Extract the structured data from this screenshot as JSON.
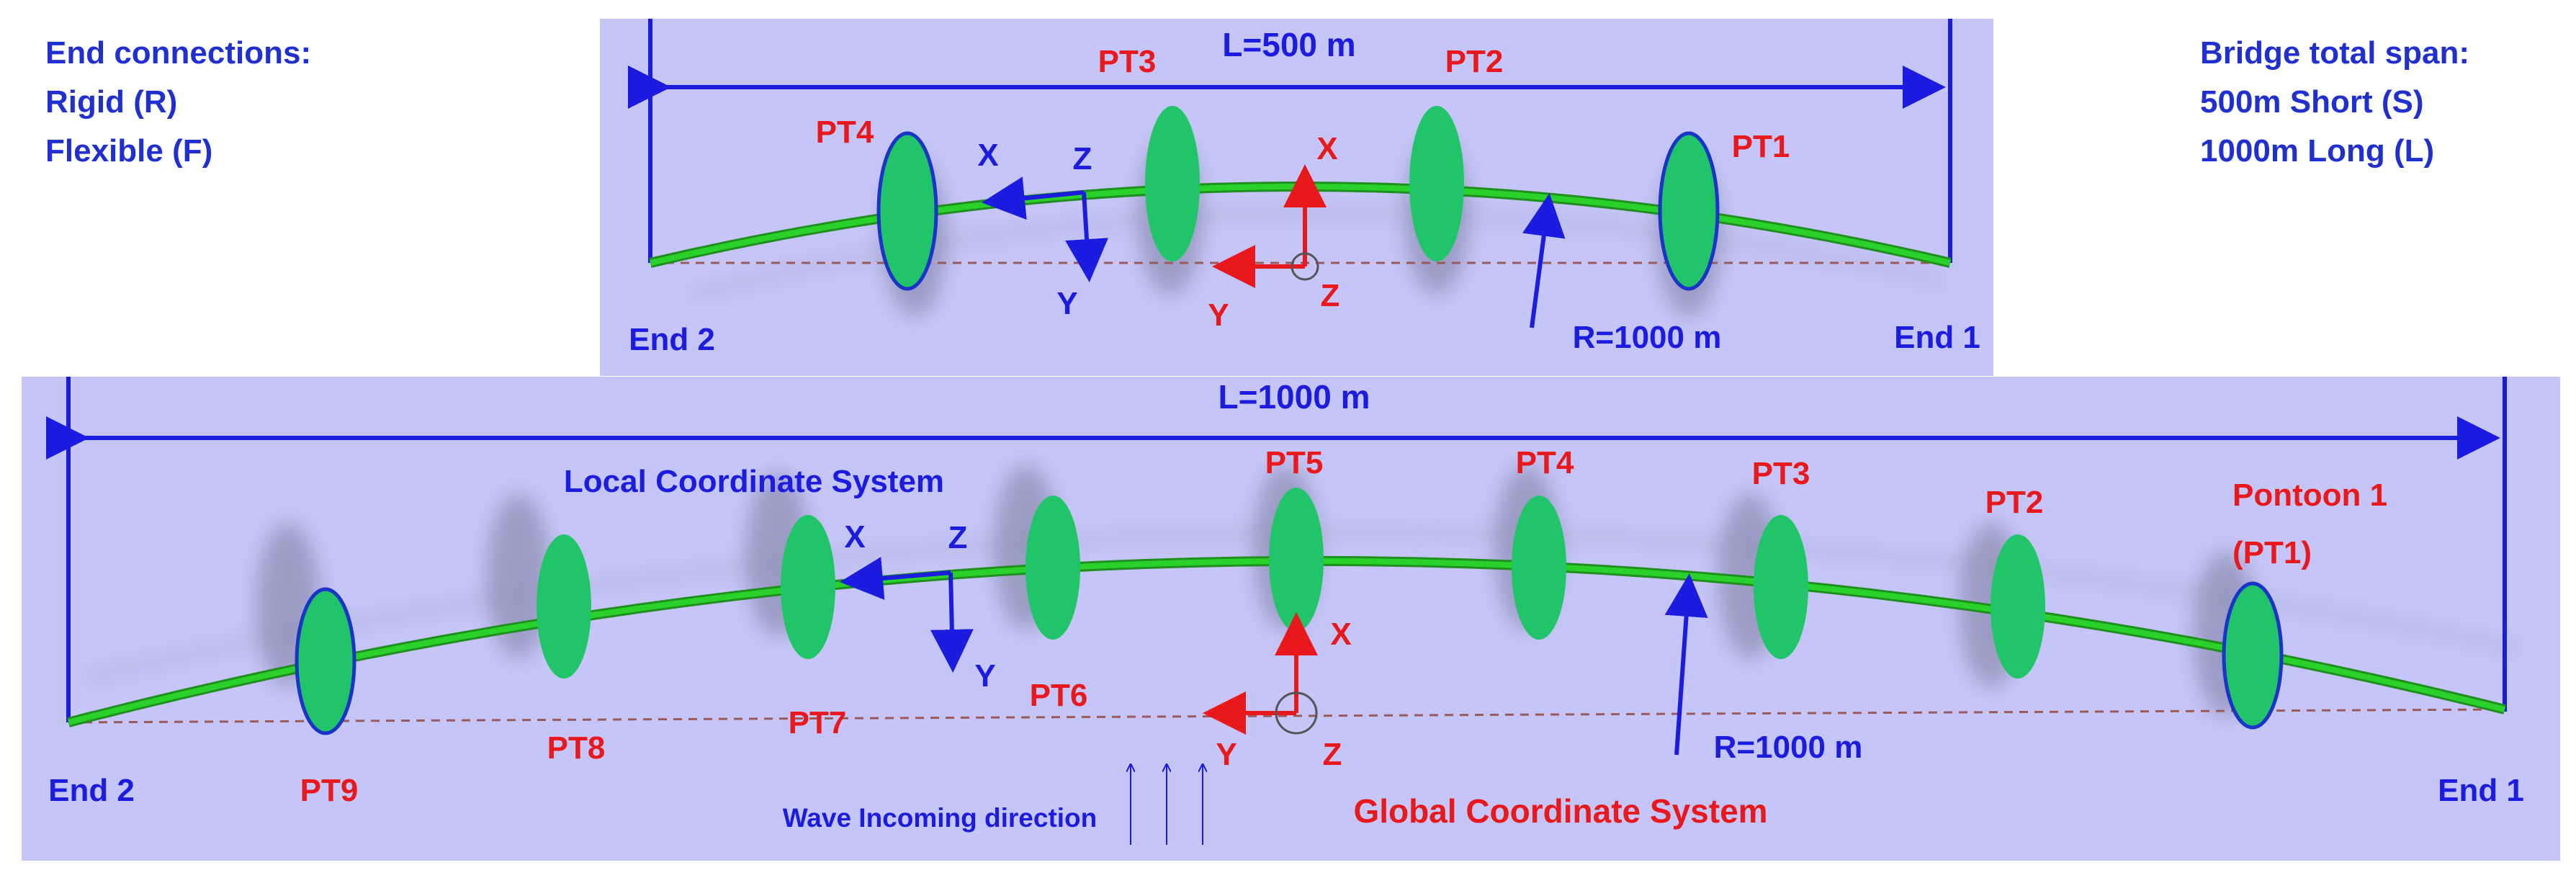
{
  "colors": {
    "panel": "#c5c6f7",
    "blue": "#1c1ce0",
    "red": "#e8181c",
    "label_blue": "#1f2fd0",
    "deck_green": "#2bd12b",
    "pontoon_fill": "#22c46a",
    "pontoon_edge": "#1a33c8",
    "baseline": "#9a5a5a"
  },
  "left_legend": {
    "title": "End connections:",
    "line1": "Rigid (R)",
    "line2": "Flexible (F)"
  },
  "right_legend": {
    "title": "Bridge total span:",
    "line1": "500m Short (S)",
    "line2": "1000m Long (L)"
  },
  "short_bridge": {
    "span_label": "L=500 m",
    "radius_label": "R=1000 m",
    "end_left": "End 2",
    "end_right": "End 1",
    "pontoons": [
      "PT4",
      "PT3",
      "PT2",
      "PT1"
    ],
    "local_axes": {
      "x": "X",
      "y": "Y",
      "z": "Z"
    },
    "global_axes": {
      "x": "X",
      "y": "Y",
      "z": "Z"
    }
  },
  "long_bridge": {
    "span_label": "L=1000 m",
    "radius_label": "R=1000 m",
    "end_left": "End 2",
    "end_right": "End 1",
    "pontoons": [
      "PT9",
      "PT8",
      "PT7",
      "PT6",
      "PT5",
      "PT4",
      "PT3",
      "PT2"
    ],
    "pontoon1_line1": "Pontoon 1",
    "pontoon1_line2": "(PT1)",
    "local_cs_label": "Local Coordinate System",
    "global_cs_label": "Global Coordinate System",
    "wave_label": "Wave Incoming direction",
    "local_axes": {
      "x": "X",
      "y": "Y",
      "z": "Z"
    },
    "global_axes": {
      "x": "X",
      "y": "Y",
      "z": "Z"
    }
  }
}
